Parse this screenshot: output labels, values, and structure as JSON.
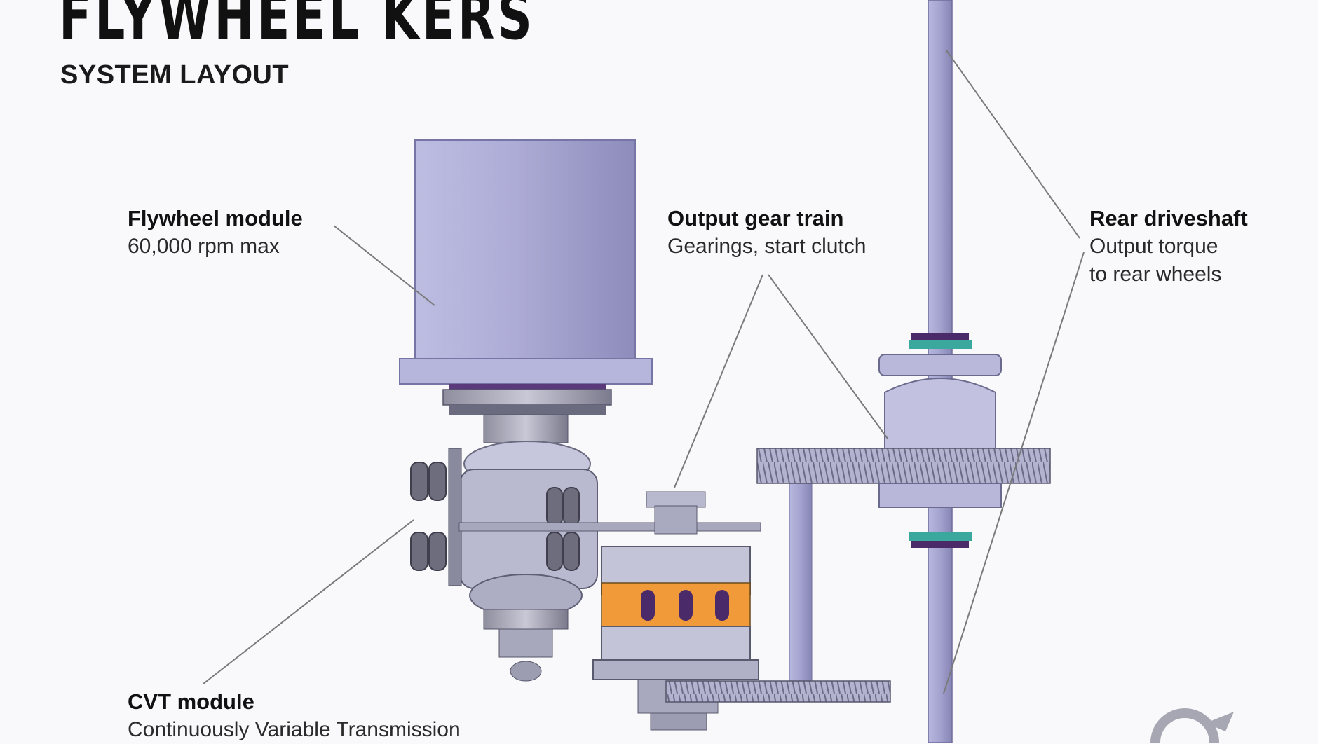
{
  "title": "FLYWHEEL KERS",
  "subtitle": "SYSTEM LAYOUT",
  "callouts": {
    "flywheel": {
      "heading": "Flywheel module",
      "detail": "60,000 rpm max"
    },
    "output_gear_train": {
      "heading": "Output gear train",
      "detail": "Gearings, start clutch"
    },
    "rear_driveshaft": {
      "heading": "Rear driveshaft",
      "detail_line1": "Output torque",
      "detail_line2": "to rear wheels"
    },
    "cvt": {
      "heading": "CVT module",
      "detail": "Continuously Variable Transmission"
    }
  },
  "colors": {
    "component_lavender": "#a9a8d2",
    "component_shadow": "#8281b0",
    "band_orange": "#f09a3a",
    "seal_purple": "#4b2a6a",
    "seal_teal": "#3aa89c",
    "leader_line": "#7a7a7a"
  },
  "icons": {
    "brand": "volvo-logo-icon"
  }
}
